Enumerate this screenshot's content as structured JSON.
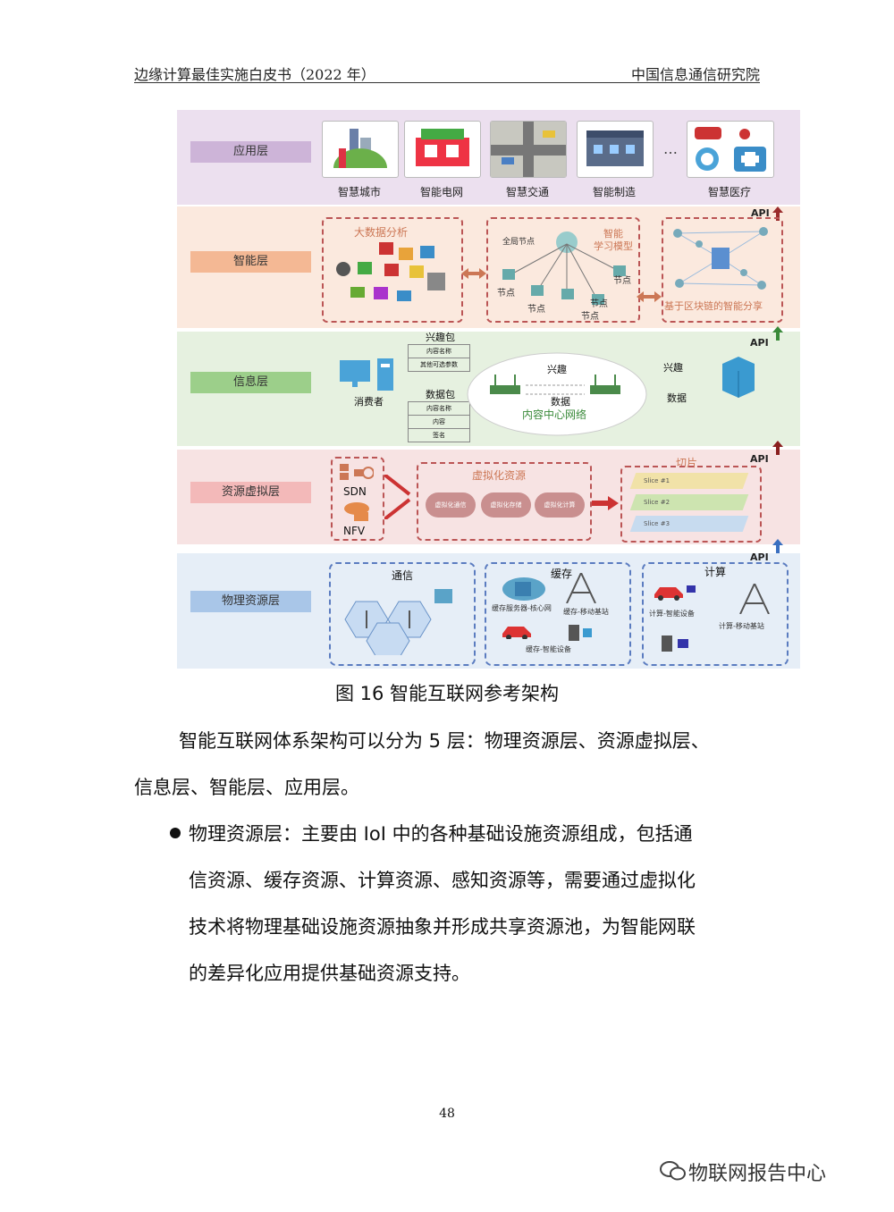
{
  "header": {
    "left": "边缘计算最佳实施白皮书（2022 年）",
    "right": "中国信息通信研究院"
  },
  "figure": {
    "layers": {
      "application": "应用层",
      "intelligence": "智能层",
      "information": "信息层",
      "resource_virtual": "资源虚拟层",
      "physical": "物理资源层"
    },
    "apps": [
      "智慧城市",
      "智能电网",
      "智慧交通",
      "智能制造",
      "智慧医疗"
    ],
    "ellipsis": "…",
    "api": "API",
    "intel": {
      "bigdata": "大数据分析",
      "model": "智能\n学习模型",
      "global_node": "全局节点",
      "node": "节点",
      "blockchain": "基于区块链的智能分享"
    },
    "info": {
      "interest_pkt": "兴趣包",
      "content_name": "内容名称",
      "other_params": "其他可选参数",
      "consumer": "消费者",
      "data_pkt": "数据包",
      "content": "内容",
      "signature": "签名",
      "interest": "兴趣",
      "data": "数据",
      "ccn": "内容中心网络"
    },
    "virt": {
      "sdn": "SDN",
      "nfv": "NFV",
      "virtual_res": "虚拟化资源",
      "v_comm": "虚拟化通信",
      "v_storage": "虚拟化存储",
      "v_compute": "虚拟化计算",
      "slice": "切片",
      "slice1": "Slice #1",
      "slice2": "Slice #2",
      "slice3": "Slice #3"
    },
    "phys": {
      "comm": "通信",
      "cache": "缓存",
      "compute": "计算",
      "cache_server": "缓存服务器-核心网",
      "cache_bs": "缓存-移动基站",
      "cache_dev": "缓存-智能设备",
      "comp_dev": "计算-智能设备",
      "comp_bs": "计算-移动基站"
    }
  },
  "caption": "图 16  智能互联网参考架构",
  "paragraph1": [
    "智能互联网体系架构可以分为 5 层：物理资源层、资源虚拟层、",
    "信息层、智能层、应用层。"
  ],
  "bullet": [
    "物理资源层：主要由 IoI 中的各种基础设施资源组成，包括通",
    "信资源、缓存资源、计算资源、感知资源等，需要通过虚拟化",
    "技术将物理基础设施资源抽象并形成共享资源池，为智能网联",
    "的差异化应用提供基础资源支持。"
  ],
  "page_number": "48",
  "watermark": "物联网报告中心",
  "colors": {
    "app_bg": "#ece0ef",
    "intel_bg": "#fbe9de",
    "info_bg": "#e6f1e0",
    "virt_bg": "#f7e3e3",
    "phys_bg": "#e6eef7"
  }
}
